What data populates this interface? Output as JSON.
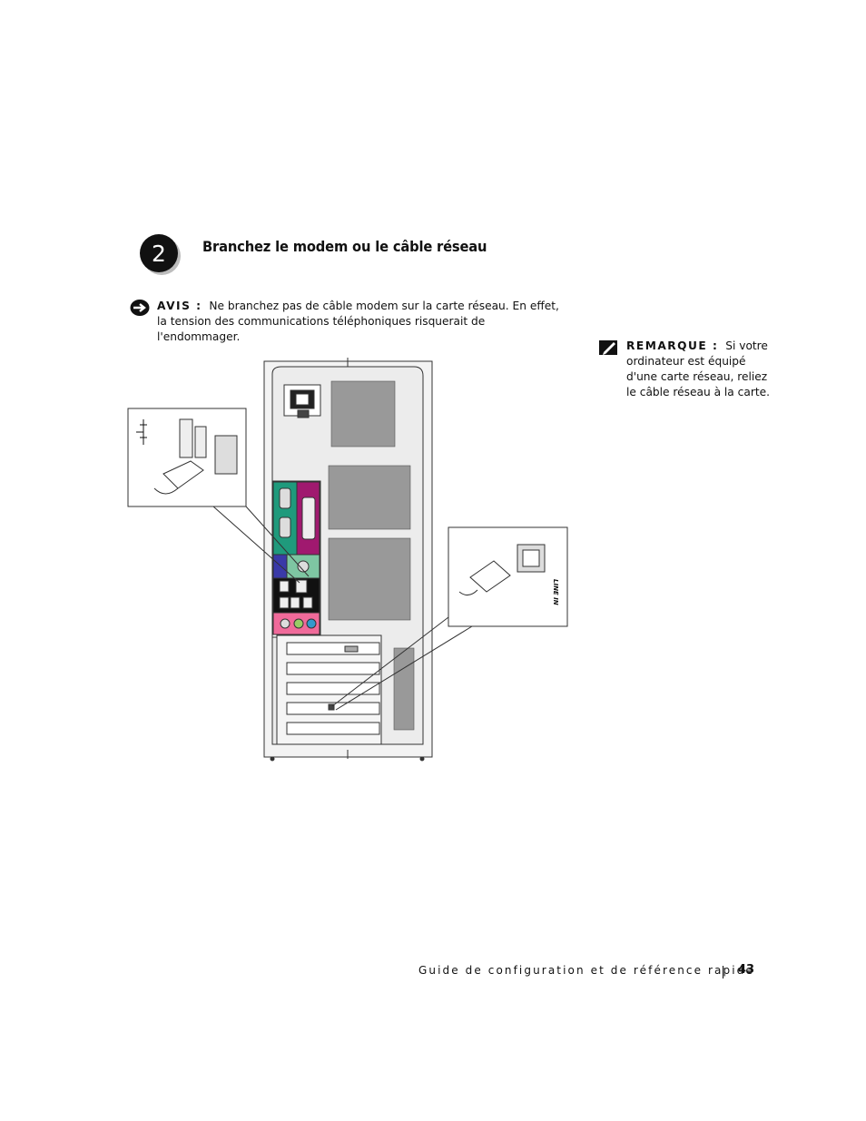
{
  "step": {
    "number": "2",
    "title": "Branchez le modem ou le câble réseau"
  },
  "notice": {
    "icon": "notice-icon",
    "label": "AVIS :",
    "text": "Ne branchez pas de câble modem sur la carte réseau. En effet, la tension des communications téléphoniques risquerait de l'endommager."
  },
  "remark": {
    "icon": "pencil-note-icon",
    "label": "REMARQUE :",
    "text": "Si votre ordinateur est équipé d'une carte réseau, reliez le câble réseau à la carte."
  },
  "illustration": {
    "modem_jack_label": "LINE IN"
  },
  "footer": {
    "guide_title": "Guide de configuration et de référence rapide",
    "page_number": "43"
  }
}
